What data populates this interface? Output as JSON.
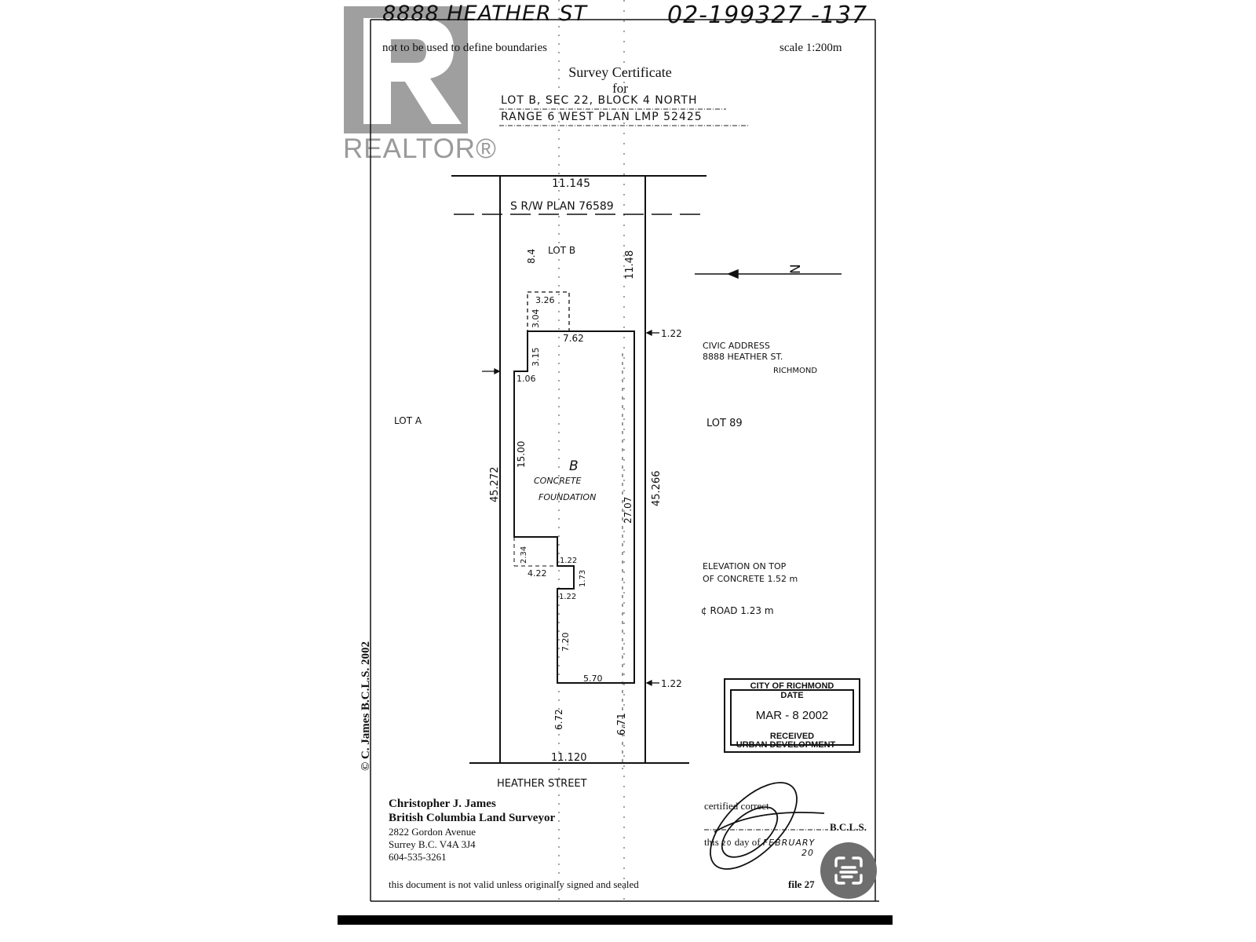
{
  "header": {
    "address_handwritten": "8888 HEATHER ST",
    "file_number_handwritten": "02-199327 -137",
    "disclaimer": "not to be used to define boundaries",
    "scale": "scale 1:200m"
  },
  "watermark": {
    "logo_text": "REALTOR®"
  },
  "title": {
    "line1": "Survey Certificate",
    "line2": "for",
    "legal_line1": "LOT B, SEC 22, BLOCK 4 NORTH",
    "legal_line2": "RANGE 6 WEST PLAN LMP 52425"
  },
  "plan": {
    "top_width": "11.145",
    "right_of_way": "S R/W PLAN 76589",
    "lot_label": "LOT B",
    "rear_left_setback": "8.4",
    "rear_right_setback": "11.48",
    "addition_width": "3.26",
    "addition_depth": "3.04",
    "building_rear_width": "7.62",
    "step_depth": "3.15",
    "step_width": "1.06",
    "side_setback_top": "1.22",
    "left_lot_length": "45.272",
    "right_lot_length": "45.266",
    "left_wall_length": "15.00",
    "building_label": "B",
    "building_desc1": "CONCRETE",
    "building_desc2": "FOUNDATION",
    "right_wall_length": "27.07",
    "notch_depth": "2.34",
    "notch_top": "1.22",
    "notch_width": "4.22",
    "bump_depth": "1.73",
    "bump_bottom": "1.22",
    "front_wall_depth": "7.20",
    "front_width": "5.70",
    "side_setback_bottom": "1.22",
    "front_left_setback": "6.72",
    "front_right_setback": "6.71",
    "front_width_lot": "11.120",
    "street": "HEATHER STREET",
    "lot_west": "LOT A",
    "lot_east": "LOT 89",
    "north_label": "N"
  },
  "notes": {
    "civic_title": "CIVIC ADDRESS",
    "civic_street": "8888 HEATHER ST.",
    "civic_city": "RICHMOND",
    "elevation_line1": "ELEVATION ON TOP",
    "elevation_line2": "OF CONCRETE  1.52 m",
    "road_elevation": "¢ ROAD  1.23 m"
  },
  "stamp": {
    "line1": "CITY OF RICHMOND",
    "line2": "DATE",
    "date": "MAR - 8 2002",
    "line3": "RECEIVED",
    "line4": "URBAN DEVELOPMENT"
  },
  "copyright": "© C. James B.C.L.S. 2002",
  "surveyor": {
    "name": "Christopher J. James",
    "title": "British Columbia Land Surveyor",
    "address1": "2822 Gordon Avenue",
    "address2": "Surrey B.C. V4A 3J4",
    "phone": "604-535-3261"
  },
  "validity_note": "this document is not valid unless originally signed and sealed",
  "certification": {
    "certified": "certified correct",
    "bcls": "B.C.L.S.",
    "this": "this",
    "day": "20",
    "day_of": "day of",
    "month": "FEBRUARY",
    "year": "20",
    "file": "file 27"
  },
  "scan_button": {
    "icon": "scan-text-icon"
  }
}
